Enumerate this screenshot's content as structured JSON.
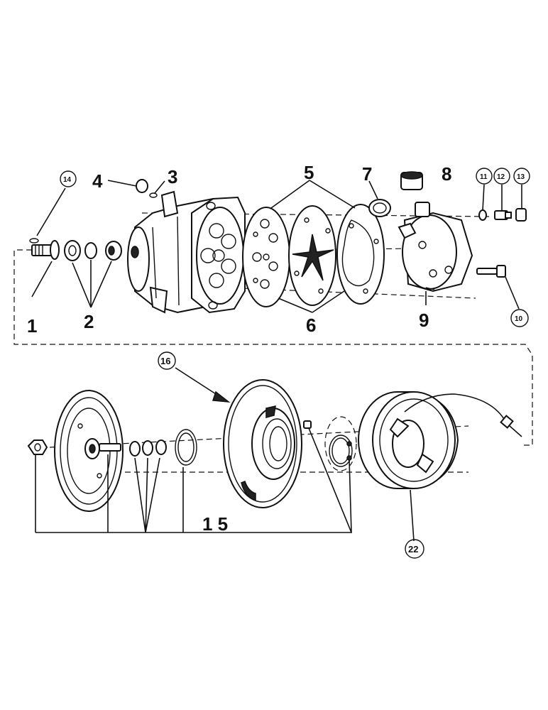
{
  "callouts": {
    "c1": "1",
    "c2": "2",
    "c3": "3",
    "c4": "4",
    "c5": "5",
    "c6": "6",
    "c7": "7",
    "c8": "8",
    "c9": "9",
    "c10": "10",
    "c11": "11",
    "c12": "12",
    "c13": "13",
    "c14": "14",
    "c15": "1 5",
    "c16": "16",
    "c22": "22"
  }
}
